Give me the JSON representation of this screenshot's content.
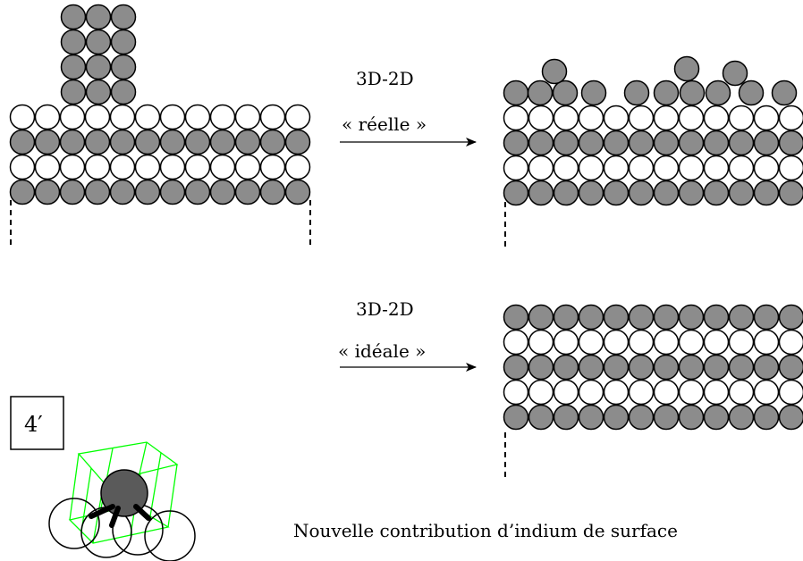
{
  "transition_real": {
    "title": "3D-2D",
    "subtitle": "« réelle »"
  },
  "transition_ideal": {
    "title": "3D-2D",
    "subtitle": "« idéale »"
  },
  "structure_label": "4′",
  "caption": "Nouvelle contribution d’indium de surface",
  "colors": {
    "filled_atom": "#8c8c8c",
    "empty_atom": "#ffffff",
    "outline": "#000000",
    "cell_edges": "#00ff00",
    "center_atom": "#5a5a5a"
  }
}
